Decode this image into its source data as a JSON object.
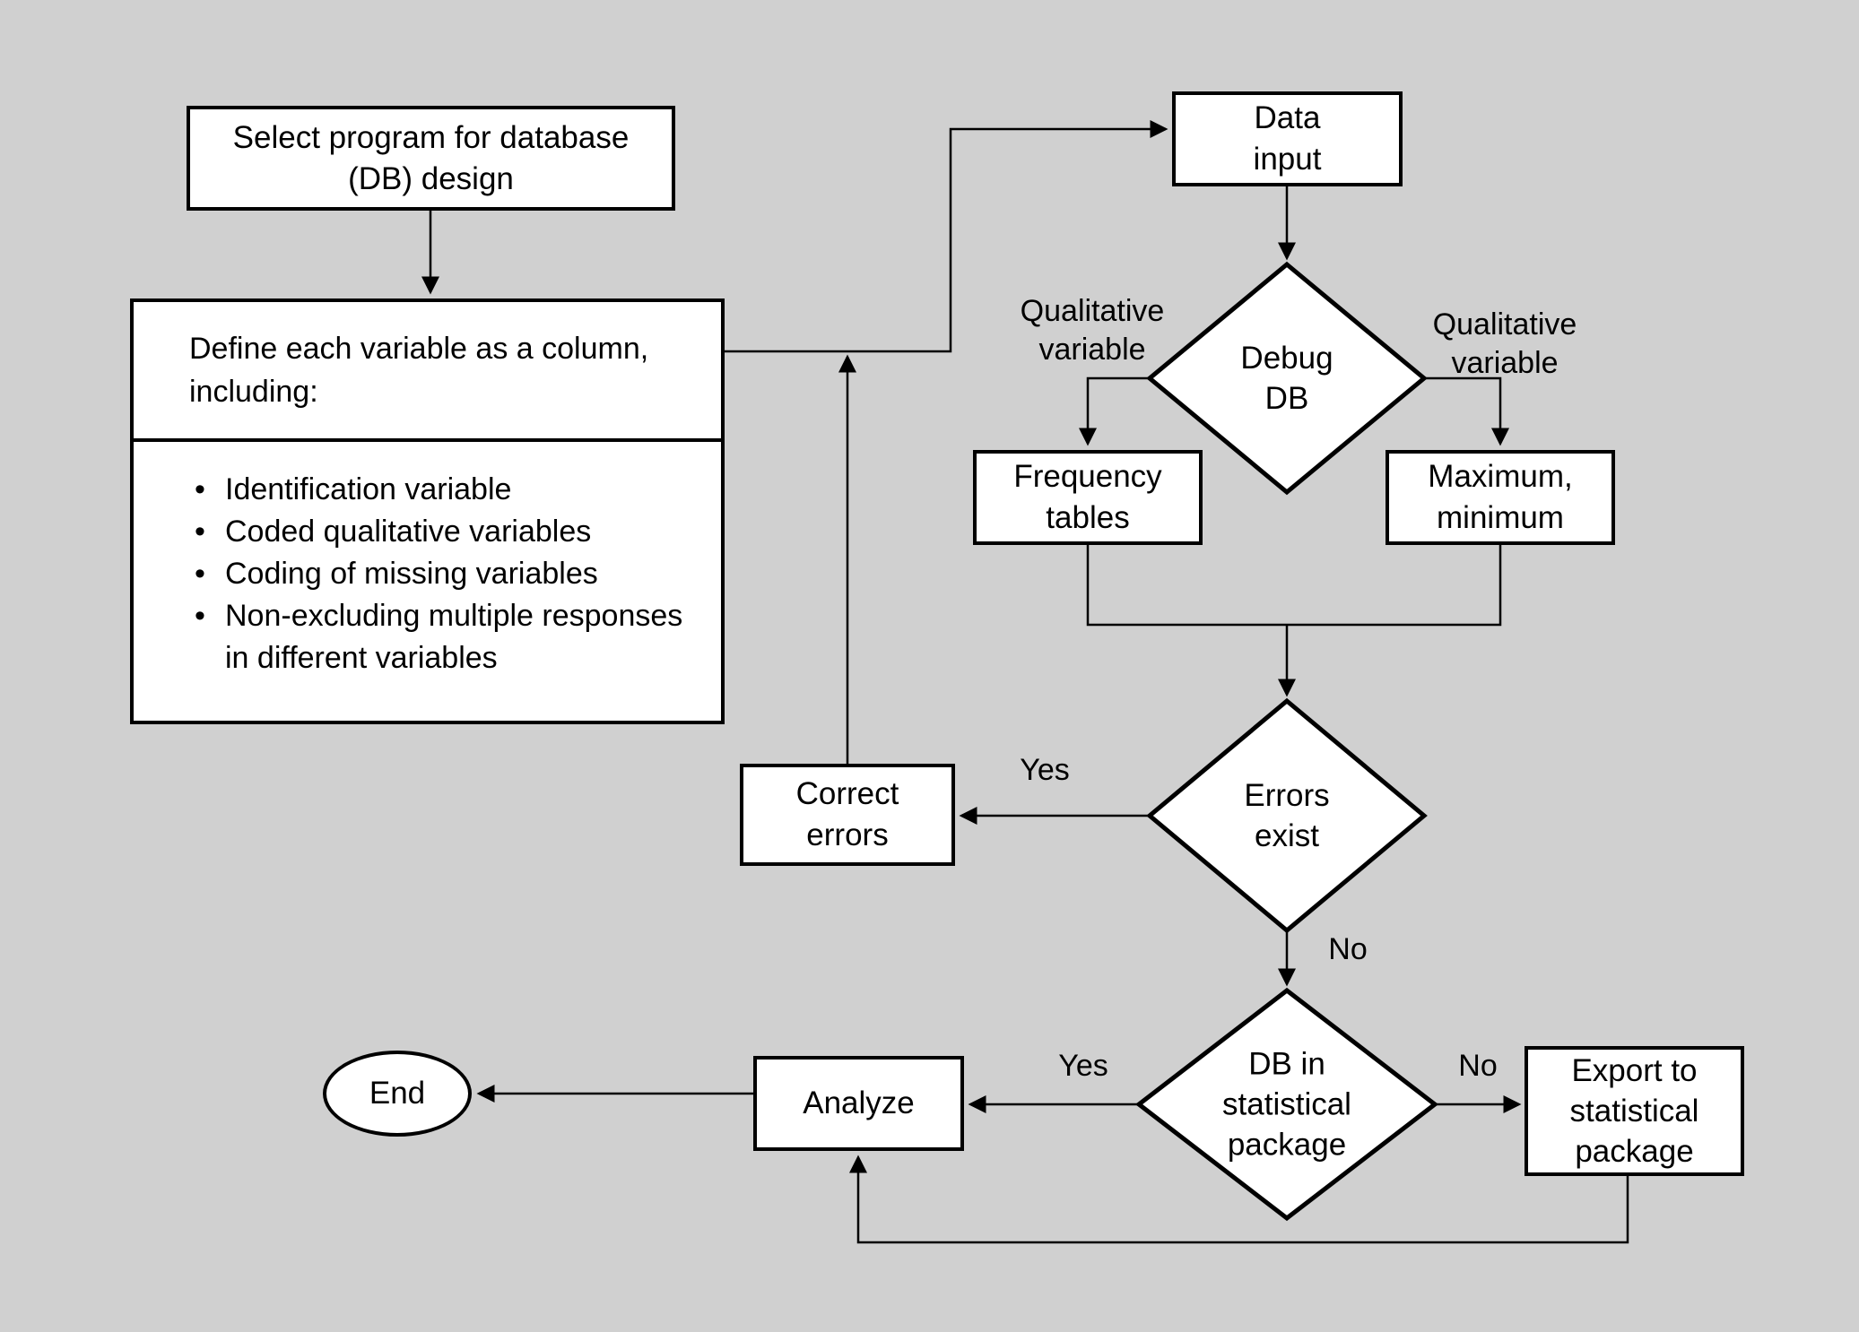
{
  "canvas": {
    "background": "#d0d0d0",
    "node_fill": "#ffffff",
    "line_color": "#000000"
  },
  "nodes": {
    "select_program": {
      "lines": [
        "Select program for database",
        "(DB) design"
      ]
    },
    "define_variables": {
      "heading_lines": [
        "Define each variable as a column,",
        "including:"
      ],
      "bullets": [
        "Identification variable",
        "Coded qualitative variables",
        "Coding of missing variables",
        "Non-excluding multiple responses in different variables"
      ]
    },
    "data_input": {
      "lines": [
        "Data",
        "input"
      ]
    },
    "debug_db": {
      "lines": [
        "Debug",
        "DB"
      ]
    },
    "frequency_tables": {
      "lines": [
        "Frequency",
        "tables"
      ]
    },
    "maximum_minimum": {
      "lines": [
        "Maximum,",
        "minimum"
      ]
    },
    "errors_exist": {
      "lines": [
        "Errors",
        "exist"
      ]
    },
    "correct_errors": {
      "lines": [
        "Correct",
        "errors"
      ]
    },
    "db_in_statistical_package": {
      "lines": [
        "DB in",
        "statistical",
        "package"
      ]
    },
    "analyze": {
      "lines": [
        "Analyze"
      ]
    },
    "end": {
      "lines": [
        "End"
      ]
    },
    "export_to_statistical_package": {
      "lines": [
        "Export to",
        "statistical",
        "package"
      ]
    }
  },
  "edge_labels": {
    "debug_left": {
      "lines": [
        "Qualitative",
        "variable"
      ]
    },
    "debug_right": {
      "lines": [
        "Qualitative",
        "variable"
      ]
    },
    "errors_yes": "Yes",
    "errors_no": "No",
    "db_yes": "Yes",
    "db_no": "No"
  }
}
